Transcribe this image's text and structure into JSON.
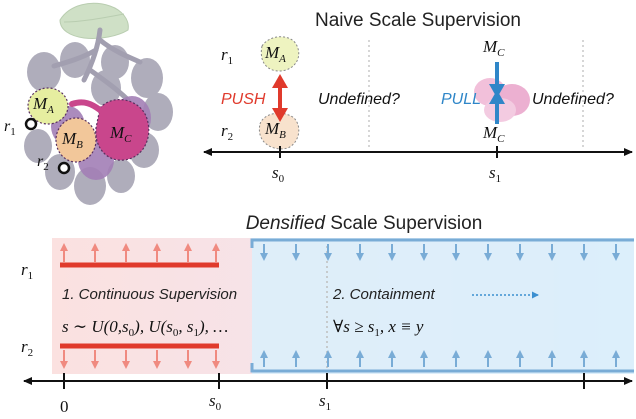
{
  "top": {
    "title": "Naive Scale Supervision",
    "r1": "r",
    "r1_sub": "1",
    "r2": "r",
    "r2_sub": "2",
    "mA": "M",
    "mA_sub": "A",
    "mB": "M",
    "mB_sub": "B",
    "mC_top": "M",
    "mC_top_sub": "C",
    "mC_bot": "M",
    "mC_bot_sub": "C",
    "push": "PUSH",
    "pull": "PULL",
    "undefined_left": "Undefined?",
    "undefined_right": "Undefined?",
    "s0": "s",
    "s0_sub": "0",
    "s1": "s",
    "s1_sub": "1"
  },
  "grapes": {
    "r1": "r",
    "r1_sub": "1",
    "r2": "r",
    "r2_sub": "2",
    "mA": "M",
    "mA_sub": "A",
    "mB": "M",
    "mB_sub": "B",
    "mC": "M",
    "mC_sub": "C"
  },
  "bottom": {
    "title_italic": "Densified",
    "title_rest": " Scale Supervision",
    "r1": "r",
    "r1_sub": "1",
    "r2": "r",
    "r2_sub": "2",
    "label1": "1. Continuous Supervision",
    "formula1": "s ∼ U(0,s",
    "formula1_sub0": "0",
    "formula1_mid": "), U(s",
    "formula1_sub1": "0",
    "formula1_mid2": ", s",
    "formula1_sub2": "1",
    "formula1_end": "), …",
    "label2": "2. Containment",
    "formula2": "∀s ≥ s",
    "formula2_sub": "1",
    "formula2_end": ", x ≡ y",
    "tick0": "0",
    "s0": "s",
    "s0_sub": "0",
    "s1": "s",
    "s1_sub": "1"
  },
  "colors": {
    "push_red": "#e03a2c",
    "pull_blue": "#2f86c8",
    "grape_gray": "#a29fb0",
    "grape_purple": "#a37fb6",
    "mA_fill": "#e6eea0",
    "mB_fill": "#f2c79a",
    "mC_fill": "#c9468c",
    "leaf": "#cfe0c6",
    "pink_region": "#fbe1e0",
    "blue_region": "#dbeefb"
  }
}
